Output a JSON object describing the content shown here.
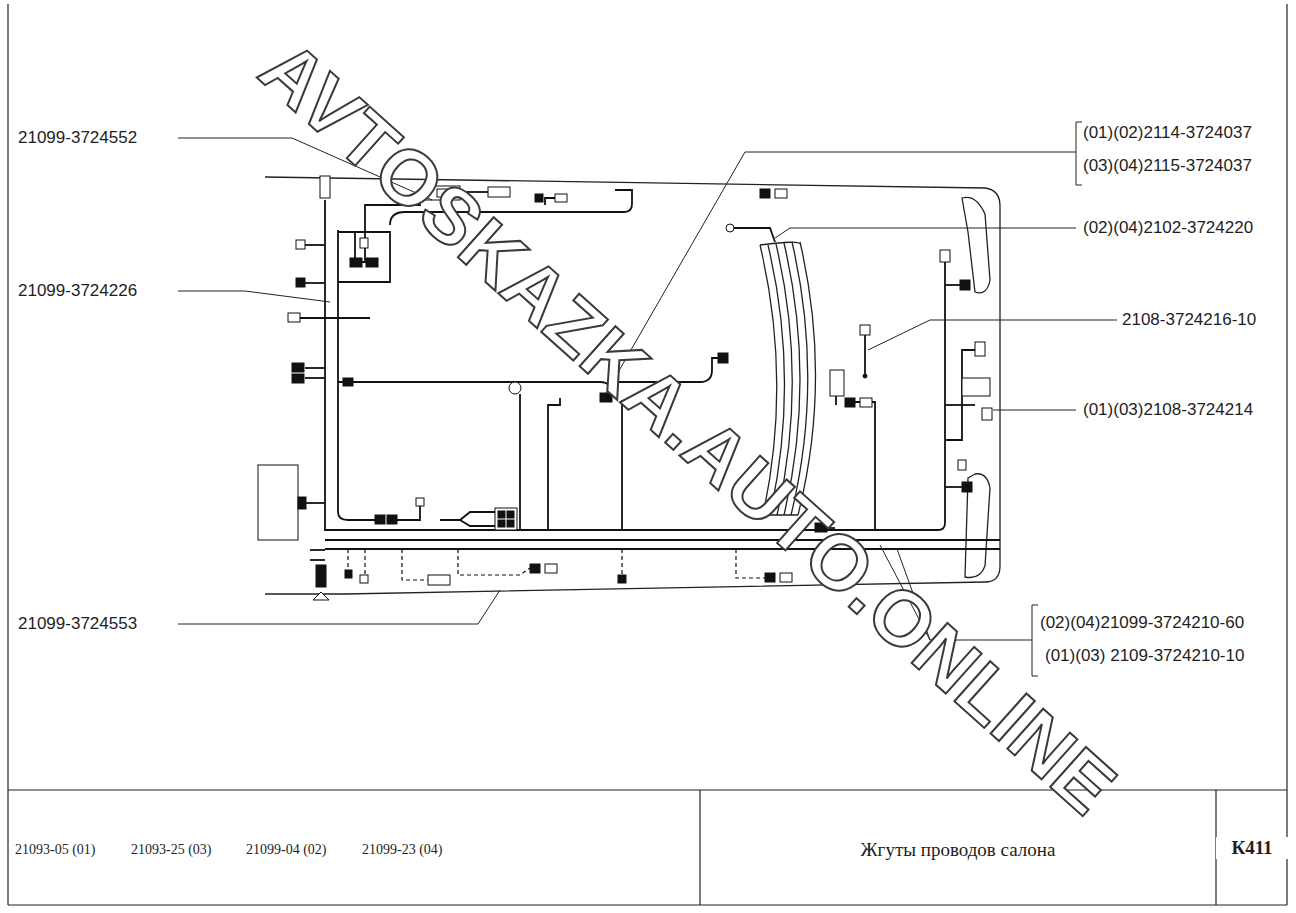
{
  "diagram": {
    "title": "Жгуты проводов салона",
    "labels": [
      "AVTOSKAZKA.AUTO.ONLINE",
      "21099-3724552",
      "(01)(02)2114-3724037",
      "(03)(04)2115-3724037",
      "(02)(04)2102-3724220",
      "21099-3724226",
      "2108-3724216-10",
      "(01)(03)2108-3724214",
      "21099-3724553",
      "(02)(04)21099-3724210-60",
      "(01)(03) 2109-3724210-10",
      "21093-05 (01)",
      "21093-25 (03)",
      "21099-04 (02)",
      "21099-23 (04)",
      "К411"
    ]
  }
}
